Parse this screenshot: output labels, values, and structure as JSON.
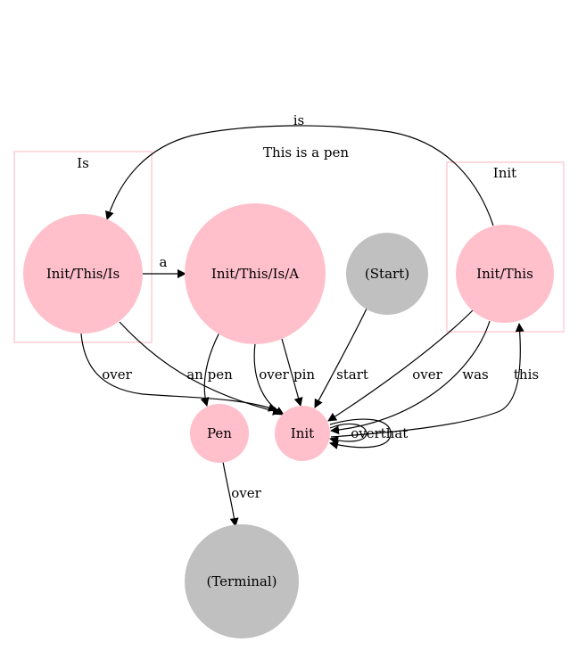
{
  "diagram": {
    "title": "This is a pen",
    "colors": {
      "state": "#ffc0cb",
      "terminal": "#c0c0c0",
      "cluster_border": "#ffc0cb",
      "edge": "#000000"
    },
    "clusters": {
      "is": {
        "label": "Is"
      },
      "init": {
        "label": "Init"
      }
    },
    "nodes": {
      "init_this_is": {
        "label": "Init/This/Is"
      },
      "init_this_is_a": {
        "label": "Init/This/Is/A"
      },
      "start": {
        "label": "(Start)"
      },
      "init_this": {
        "label": "Init/This"
      },
      "pen": {
        "label": "Pen"
      },
      "init": {
        "label": "Init"
      },
      "terminal": {
        "label": "(Terminal)"
      }
    },
    "edges": {
      "init_this_to_init_this_is": {
        "label": "is"
      },
      "init_this_is_to_a": {
        "label": "a"
      },
      "init_this_is_to_init": {
        "label": "over"
      },
      "a_to_pen": {
        "label": "an pen"
      },
      "a_to_init_over": {
        "label": "over"
      },
      "a_to_init_pin": {
        "label": "pin"
      },
      "start_to_init": {
        "label": "start"
      },
      "init_this_to_init_over": {
        "label": "over"
      },
      "init_this_to_init_was": {
        "label": "was"
      },
      "init_to_init_this": {
        "label": "this"
      },
      "init_self_over": {
        "label": "over"
      },
      "init_self_that": {
        "label": "that"
      },
      "pen_to_terminal": {
        "label": "over"
      }
    }
  }
}
